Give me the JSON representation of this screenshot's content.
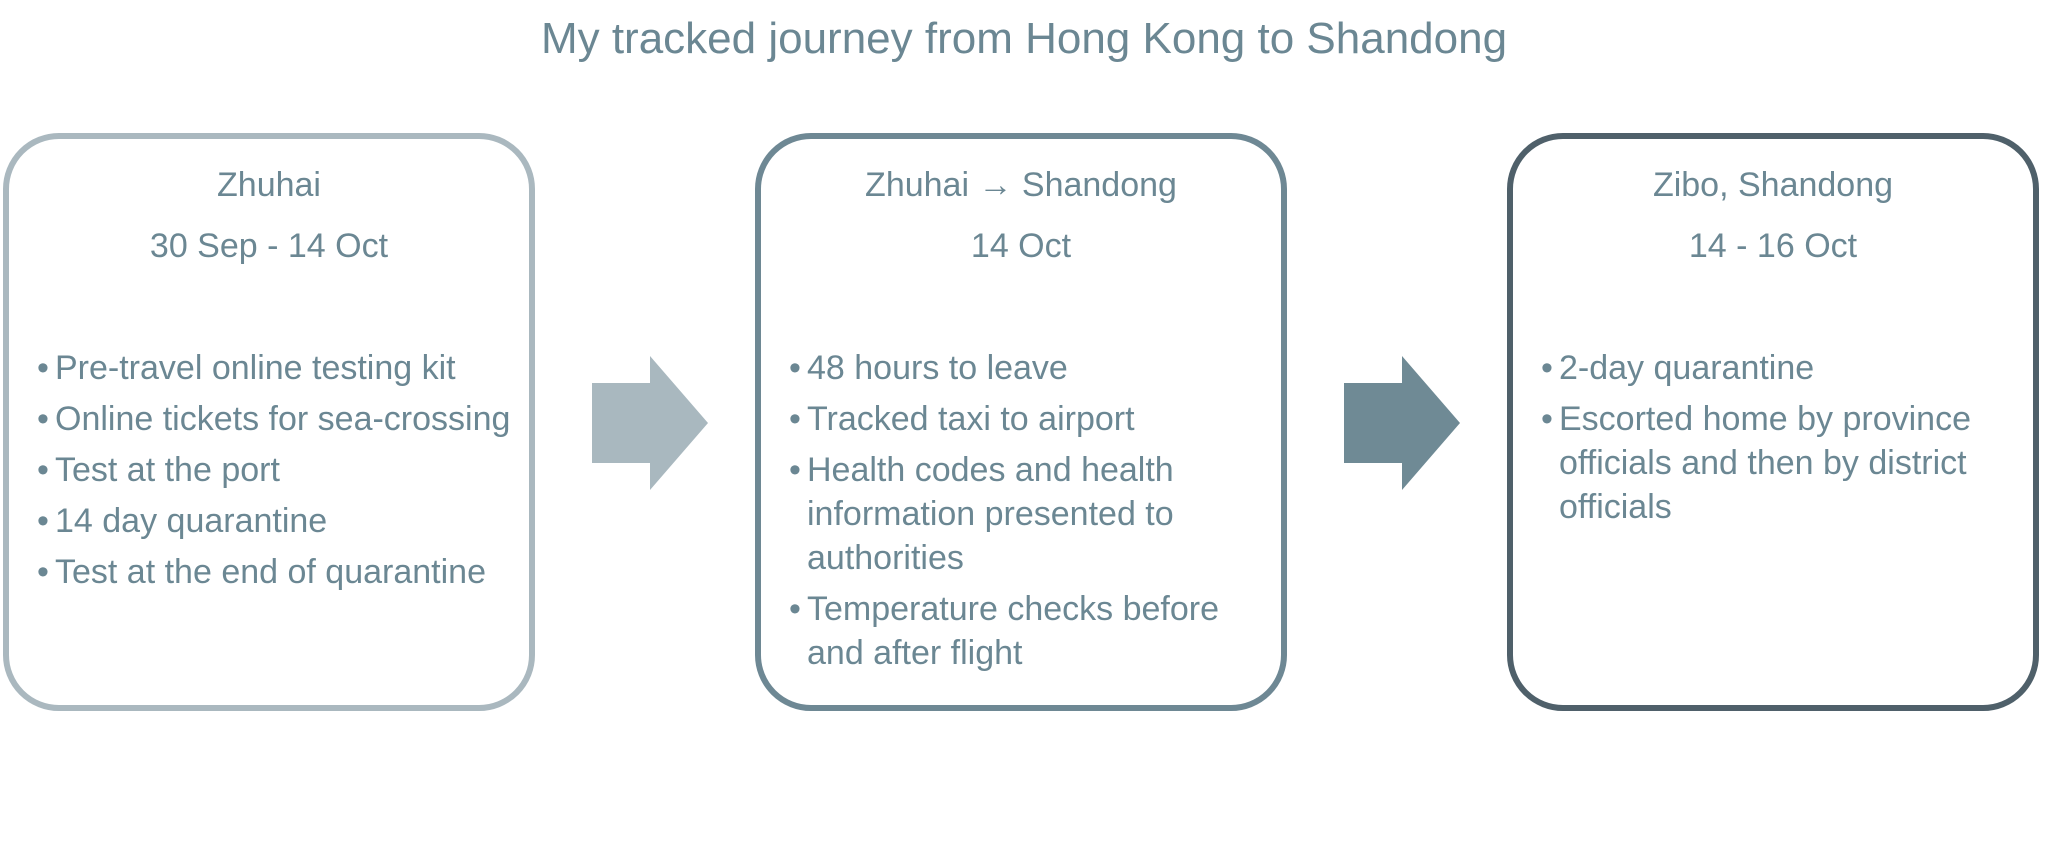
{
  "title": "My tracked journey from Hong Kong to Shandong",
  "colors": {
    "text": "#6b8793",
    "stage1_border": "#aab8bf",
    "stage2_border": "#6e8894",
    "stage3_border": "#4f606a",
    "arrow1": "#a9b8bf",
    "arrow2": "#6f8a95"
  },
  "stages": [
    {
      "title": "Zhuhai",
      "date": "30 Sep - 14 Oct",
      "items": [
        "Pre-travel online testing kit",
        "Online tickets for sea-crossing",
        "Test at the port",
        "14 day quarantine",
        "Test at the end of quarantine"
      ]
    },
    {
      "title": "Zhuhai → Shandong",
      "date": "14 Oct",
      "items": [
        "48 hours to leave",
        "Tracked taxi to airport",
        "Health codes and health information presented to authorities",
        "Temperature checks before and after flight"
      ]
    },
    {
      "title": "Zibo, Shandong",
      "date": "14 - 16 Oct",
      "items": [
        "2-day quarantine",
        "Escorted home by province officials and then by district officials"
      ]
    }
  ],
  "bullet_char": "•",
  "arrows": [
    "right-arrow-icon",
    "right-arrow-icon"
  ]
}
